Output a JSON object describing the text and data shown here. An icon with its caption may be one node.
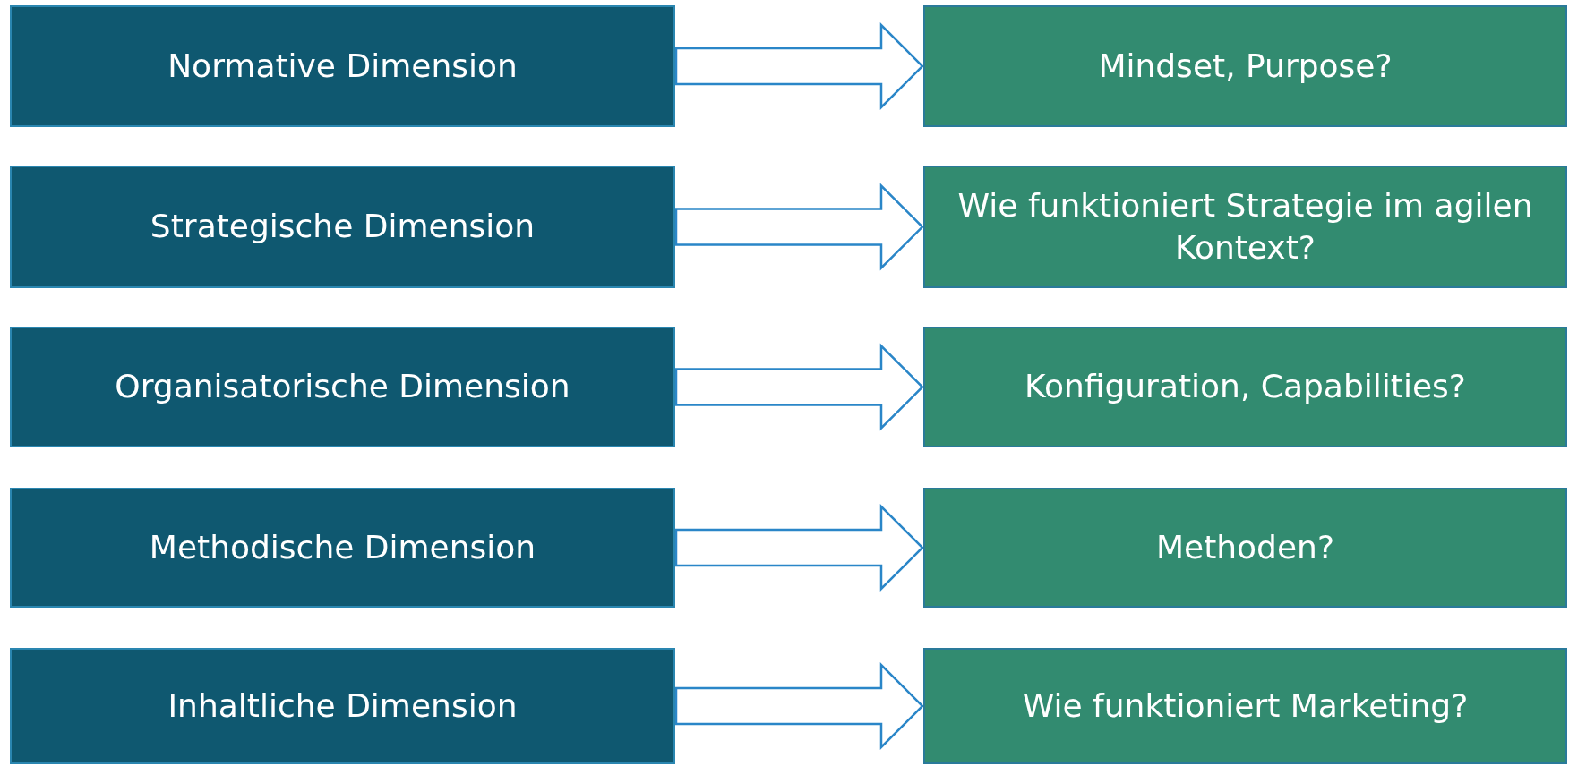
{
  "diagram": {
    "nodes": [
      {
        "text": [
          "Normative Dimension"
        ]
      },
      {
        "text": [
          "Mindset, Purpose?"
        ]
      },
      {
        "text": [
          "Strategische Dimension"
        ]
      },
      {
        "text": [
          "Wie funktioniert Strategie im agilen Kontext?"
        ]
      },
      {
        "text": [
          "Organisatorische Dimension"
        ]
      },
      {
        "text": [
          "Konfiguration, Capabilities?"
        ]
      },
      {
        "text": [
          "Methodische Dimension"
        ]
      },
      {
        "text": [
          "Methoden?"
        ]
      },
      {
        "text": [
          "Inhaltliche Dimension"
        ]
      },
      {
        "text": [
          "Wie funktioniert Marketing?"
        ]
      }
    ],
    "edges": [
      {
        "from": 0,
        "to": 1,
        "arrow": "to"
      },
      {
        "from": 2,
        "to": 3,
        "arrow": "to"
      },
      {
        "from": 4,
        "to": 5,
        "arrow": "to"
      },
      {
        "from": 6,
        "to": 7,
        "arrow": "to"
      },
      {
        "from": 8,
        "to": 9,
        "arrow": "to"
      }
    ]
  }
}
